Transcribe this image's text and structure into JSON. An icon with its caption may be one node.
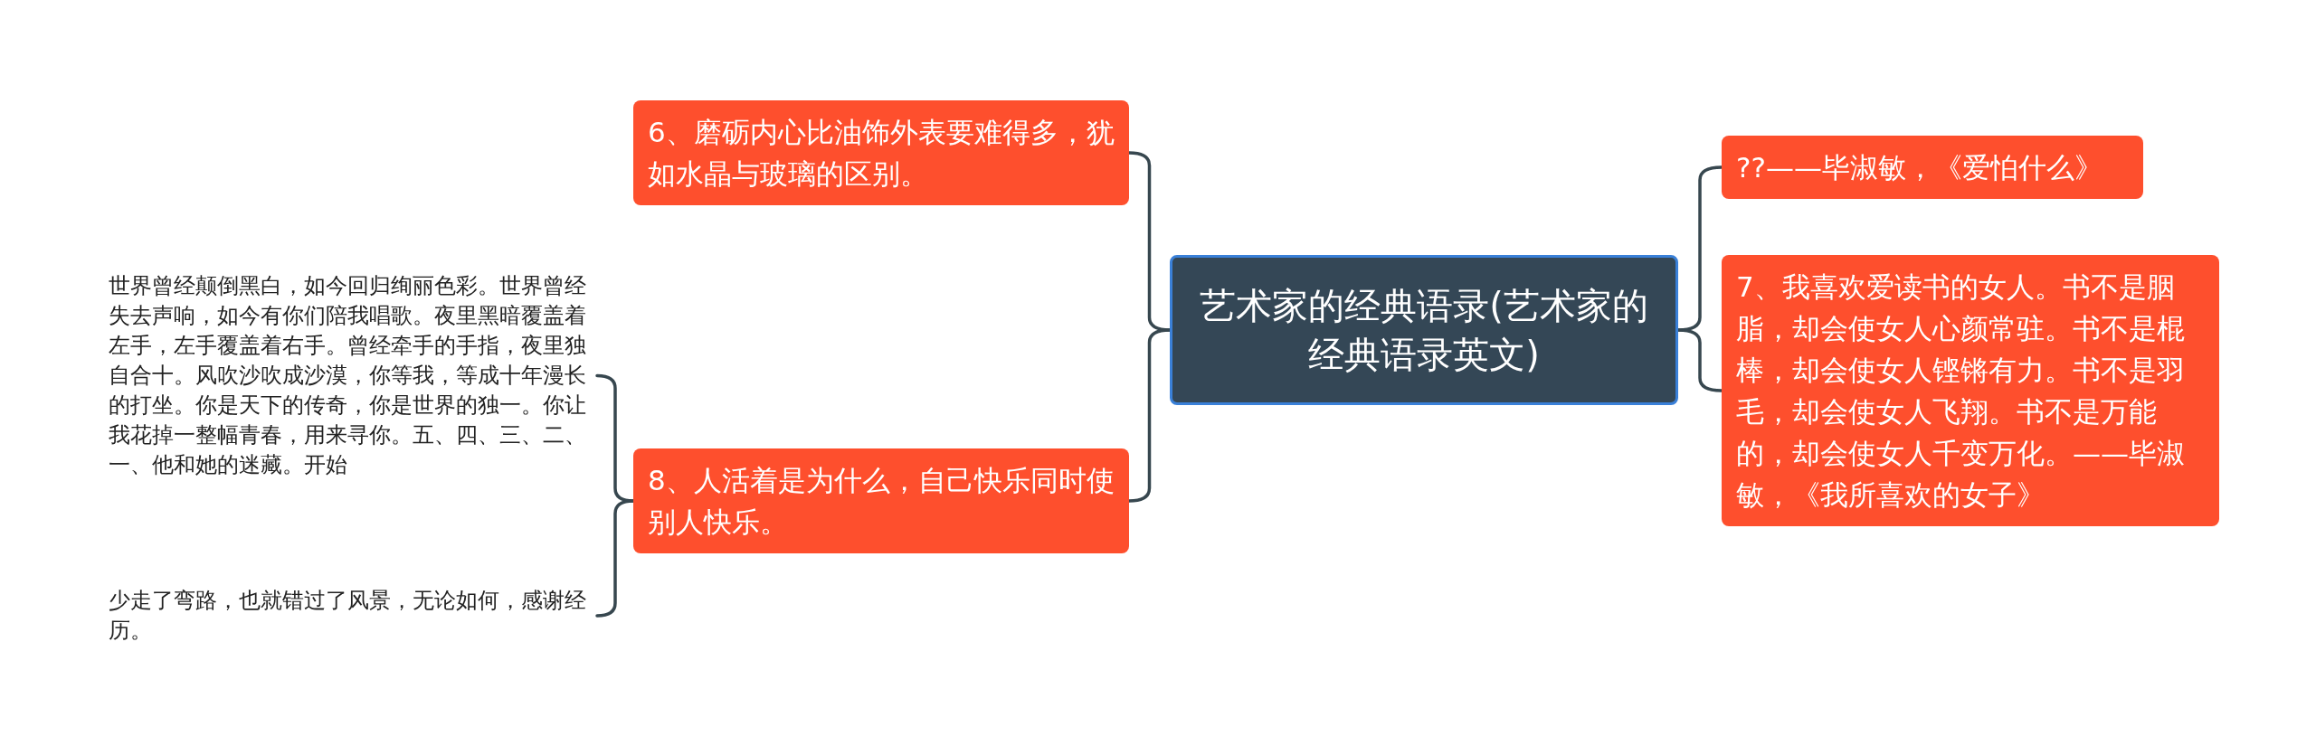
{
  "diagram": {
    "nodes": [
      {
        "text": [
          "艺术家的经典语录(艺术家的经典语录英文)"
        ]
      },
      {
        "text": [
          "6、磨砺内心比油饰外表要难得多，犹如水晶与玻璃的区别。"
        ]
      },
      {
        "text": [
          "8、人活着是为什么，自己快乐同时使别人快乐。"
        ]
      },
      {
        "text": [
          "世界曾经颠倒黑白，如今回归绚丽色彩。世界曾经失去声响，如今有你们陪我唱歌。夜里黑暗覆盖着左手，左手覆盖着右手。曾经牵手的手指，夜里独自合十。风吹沙吹成沙漠，你等我，等成十年漫长的打坐。你是天下的传奇，你是世界的独一。你让我花掉一整幅青春，用来寻你。五、四、三、二、一、他和她的迷藏。开始"
        ]
      },
      {
        "text": [
          "少走了弯路，也就错过了风景，无论如何，感谢经历。"
        ]
      },
      {
        "text": [
          "??——毕淑敏，《爱怕什么》"
        ]
      },
      {
        "text": [
          "7、我喜欢爱读书的女人。书不是胭脂，却会使女人心颜常驻。书不是棍棒，却会使女人铿锵有力。书不是羽毛，却会使女人飞翔。书不是万能的，却会使女人千变万化。——毕淑敏，《我所喜欢的女子》"
        ]
      }
    ],
    "edges": [
      {
        "from": 0,
        "to": 1,
        "arrow": "none"
      },
      {
        "from": 0,
        "to": 2,
        "arrow": "none"
      },
      {
        "from": 2,
        "to": 3,
        "arrow": "none"
      },
      {
        "from": 2,
        "to": 4,
        "arrow": "none"
      },
      {
        "from": 0,
        "to": 5,
        "arrow": "none"
      },
      {
        "from": 0,
        "to": 6,
        "arrow": "none"
      }
    ]
  }
}
